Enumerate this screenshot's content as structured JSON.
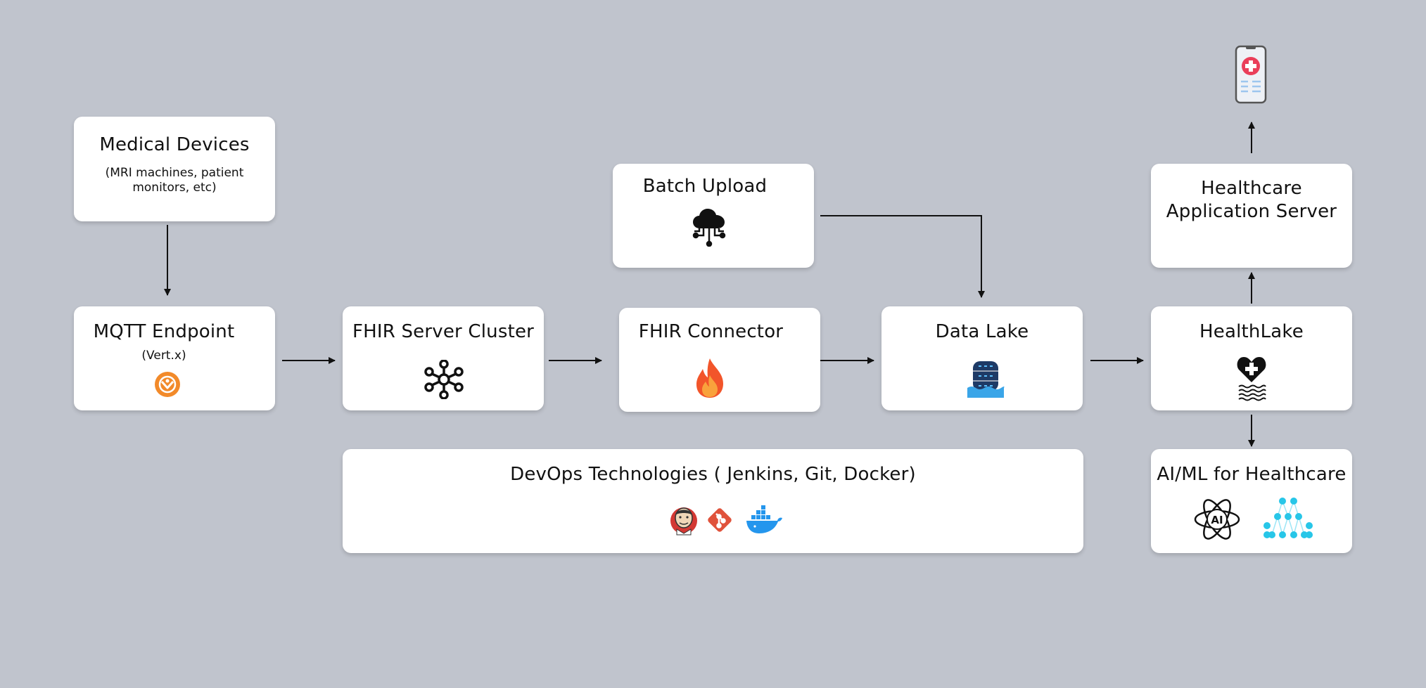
{
  "nodes": {
    "medical_devices": {
      "title": "Medical Devices",
      "subtitle": "(MRI machines, patient monitors, etc)"
    },
    "mqtt": {
      "title": "MQTT Endpoint",
      "subtitle": "(Vert.x)"
    },
    "fhir_cluster": {
      "title": "FHIR Server Cluster"
    },
    "fhir_connector": {
      "title": "FHIR Connector"
    },
    "batch_upload": {
      "title": "Batch Upload"
    },
    "data_lake": {
      "title": "Data Lake"
    },
    "healthlake": {
      "title": "HealthLake"
    },
    "app_server": {
      "title_line1": "Healthcare",
      "title_line2": "Application Server"
    },
    "aiml": {
      "title": "AI/ML for Healthcare"
    },
    "devops": {
      "title": "DevOps Technologies (  Jenkins, Git, Docker)"
    }
  },
  "icons": {
    "vertx": "vertx-logo-icon",
    "cluster": "network-hub-icon",
    "connector": "flame-icon",
    "batch": "cloud-upload-icon",
    "datalake": "database-lake-icon",
    "healthlake": "heart-plus-waves-icon",
    "phone": "medical-phone-icon",
    "ai": "ai-atom-icon",
    "ml": "neural-network-icon",
    "jenkins": "jenkins-icon",
    "git": "git-icon",
    "docker": "docker-icon"
  },
  "colors": {
    "background": "#c0c4cd",
    "card": "#ffffff",
    "line": "#111111",
    "vertx": "#f28a2a",
    "flame": "#f2552a",
    "database": "#1e3a66",
    "water": "#3aa5e8",
    "git": "#e0523b",
    "docker": "#2496ed",
    "neural": "#27c6e8"
  }
}
